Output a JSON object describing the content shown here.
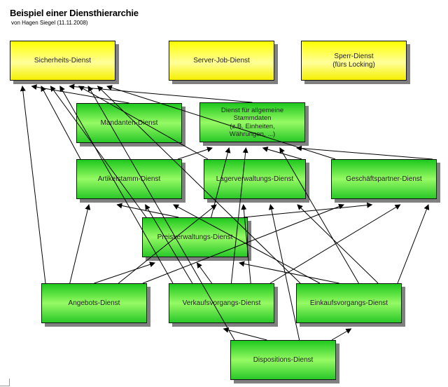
{
  "header": {
    "title": "Beispiel einer Diensthierarchie",
    "subtitle": "von Hagen Siegel (11.11.2008)"
  },
  "colors": {
    "base_service": "#ffff00",
    "domain_service": "#33dd33",
    "shadow": "#808080",
    "edge": "#000000"
  },
  "nodes": {
    "sicherheit": {
      "label": "Sicherheits-Dienst",
      "kind": "base"
    },
    "serverjob": {
      "label": "Server-Job-Dienst",
      "kind": "base"
    },
    "sperr": {
      "label": "Sperr-Dienst\n(fürs Locking)",
      "kind": "base"
    },
    "mandanten": {
      "label": "Mandanten-Dienst",
      "kind": "domain"
    },
    "stammdaten": {
      "label": "Dienst für allgemeine\nStammdaten\n(z.B. Einheiten,\nWährungen, ...)",
      "kind": "domain"
    },
    "artikel": {
      "label": "Artikelstamm-Dienst",
      "kind": "domain"
    },
    "lager": {
      "label": "Lagerverwaltungs-Dienst",
      "kind": "domain"
    },
    "partner": {
      "label": "Geschäftspartner-Dienst",
      "kind": "domain"
    },
    "preis": {
      "label": "Preisverwaltungs-Dienst",
      "kind": "domain"
    },
    "angebot": {
      "label": "Angebots-Dienst",
      "kind": "domain"
    },
    "verkauf": {
      "label": "Verkaufsvorgangs-Dienst",
      "kind": "domain"
    },
    "einkauf": {
      "label": "Einkaufsvorgangs-Dienst",
      "kind": "domain"
    },
    "dispo": {
      "label": "Dispositions-Dienst",
      "kind": "domain"
    }
  },
  "edges": [
    {
      "from": "mandanten",
      "to": "sicherheit"
    },
    {
      "from": "stammdaten",
      "to": "sicherheit"
    },
    {
      "from": "artikel",
      "to": "sicherheit"
    },
    {
      "from": "lager",
      "to": "sicherheit"
    },
    {
      "from": "partner",
      "to": "sicherheit"
    },
    {
      "from": "preis",
      "to": "sicherheit"
    },
    {
      "from": "angebot",
      "to": "sicherheit"
    },
    {
      "from": "verkauf",
      "to": "sicherheit"
    },
    {
      "from": "einkauf",
      "to": "sicherheit"
    },
    {
      "from": "dispo",
      "to": "sicherheit"
    },
    {
      "from": "artikel",
      "to": "stammdaten"
    },
    {
      "from": "lager",
      "to": "stammdaten"
    },
    {
      "from": "partner",
      "to": "stammdaten"
    },
    {
      "from": "preis",
      "to": "stammdaten"
    },
    {
      "from": "verkauf",
      "to": "stammdaten"
    },
    {
      "from": "einkauf",
      "to": "stammdaten"
    },
    {
      "from": "angebot",
      "to": "artikel"
    },
    {
      "from": "preis",
      "to": "artikel"
    },
    {
      "from": "verkauf",
      "to": "artikel"
    },
    {
      "from": "einkauf",
      "to": "artikel"
    },
    {
      "from": "angebot",
      "to": "lager"
    },
    {
      "from": "verkauf",
      "to": "lager"
    },
    {
      "from": "einkauf",
      "to": "lager"
    },
    {
      "from": "dispo",
      "to": "lager"
    },
    {
      "from": "angebot",
      "to": "partner"
    },
    {
      "from": "preis",
      "to": "partner"
    },
    {
      "from": "verkauf",
      "to": "partner"
    },
    {
      "from": "einkauf",
      "to": "partner"
    },
    {
      "from": "angebot",
      "to": "preis"
    },
    {
      "from": "verkauf",
      "to": "preis"
    },
    {
      "from": "einkauf",
      "to": "preis"
    },
    {
      "from": "dispo",
      "to": "verkauf"
    },
    {
      "from": "dispo",
      "to": "einkauf"
    }
  ]
}
